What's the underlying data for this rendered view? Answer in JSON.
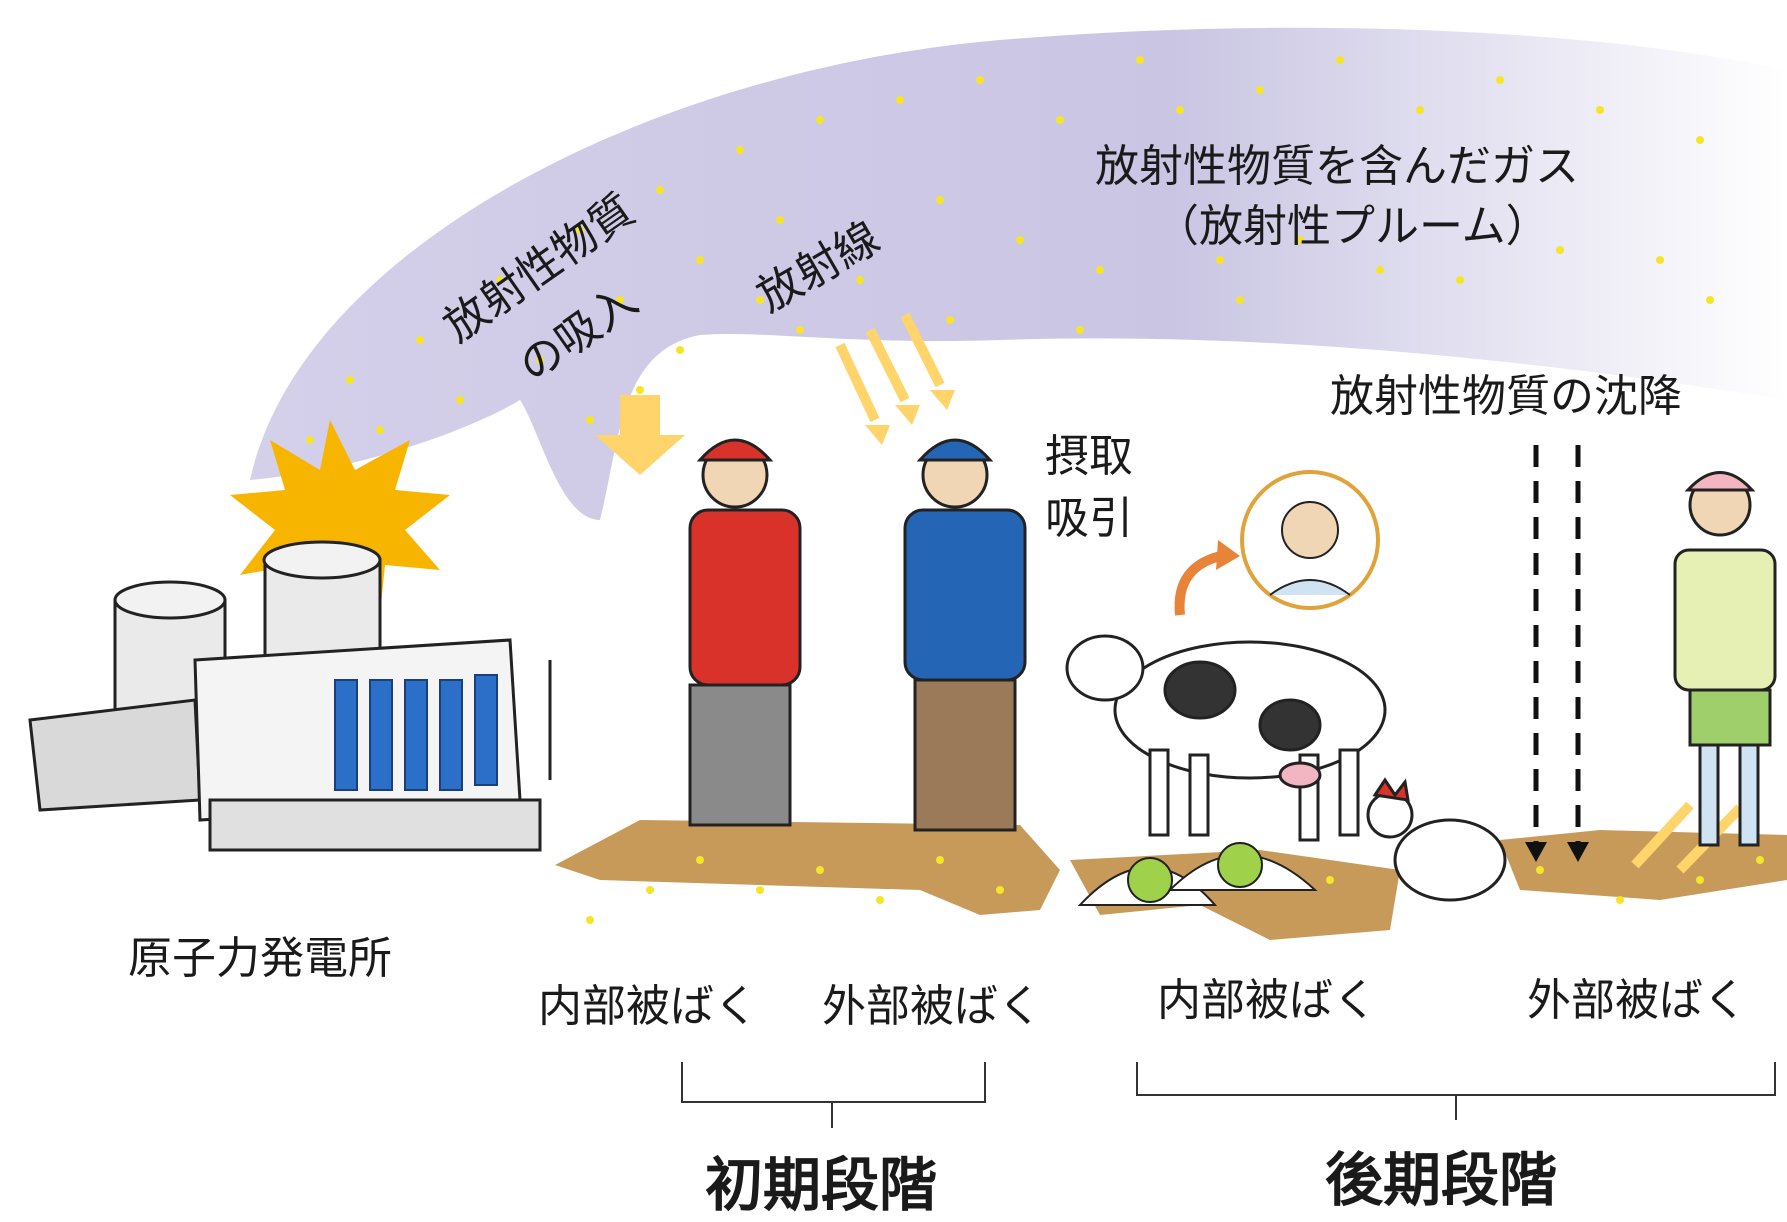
{
  "labels": {
    "plume_line1": "放射性物質を含んだガス",
    "plume_line2": "（放射性プルーム）",
    "inhalation_line1": "放射性物質",
    "inhalation_line2": "の吸入",
    "radiation": "放射線",
    "deposition": "放射性物質の沈降",
    "intake_line1": "摂取",
    "intake_line2": "吸引",
    "plant": "原子力発電所",
    "early_internal": "内部被ばく",
    "early_external": "外部被ばく",
    "late_internal": "内部被ばく",
    "late_external": "外部被ばく",
    "early_phase": "初期段階",
    "late_phase": "後期段階"
  },
  "colors": {
    "plume": "#c9c5e3",
    "particle": "#f4e52a",
    "ground": "#c79a5a",
    "explosion": "#f7b500",
    "arrow": "#ffd46a",
    "curved_arrow": "#e8843a",
    "worker_red": "#d9322a",
    "worker_blue": "#2466b5",
    "woman_top": "#e6f0b4",
    "woman_skirt": "#9fcf6a",
    "bracket": "#333333"
  },
  "icons": [
    "power-plant-icon",
    "explosion-icon",
    "cow-icon",
    "chicken-icon",
    "vegetables-icon",
    "worker-icon",
    "woman-icon",
    "eating-person-icon"
  ]
}
